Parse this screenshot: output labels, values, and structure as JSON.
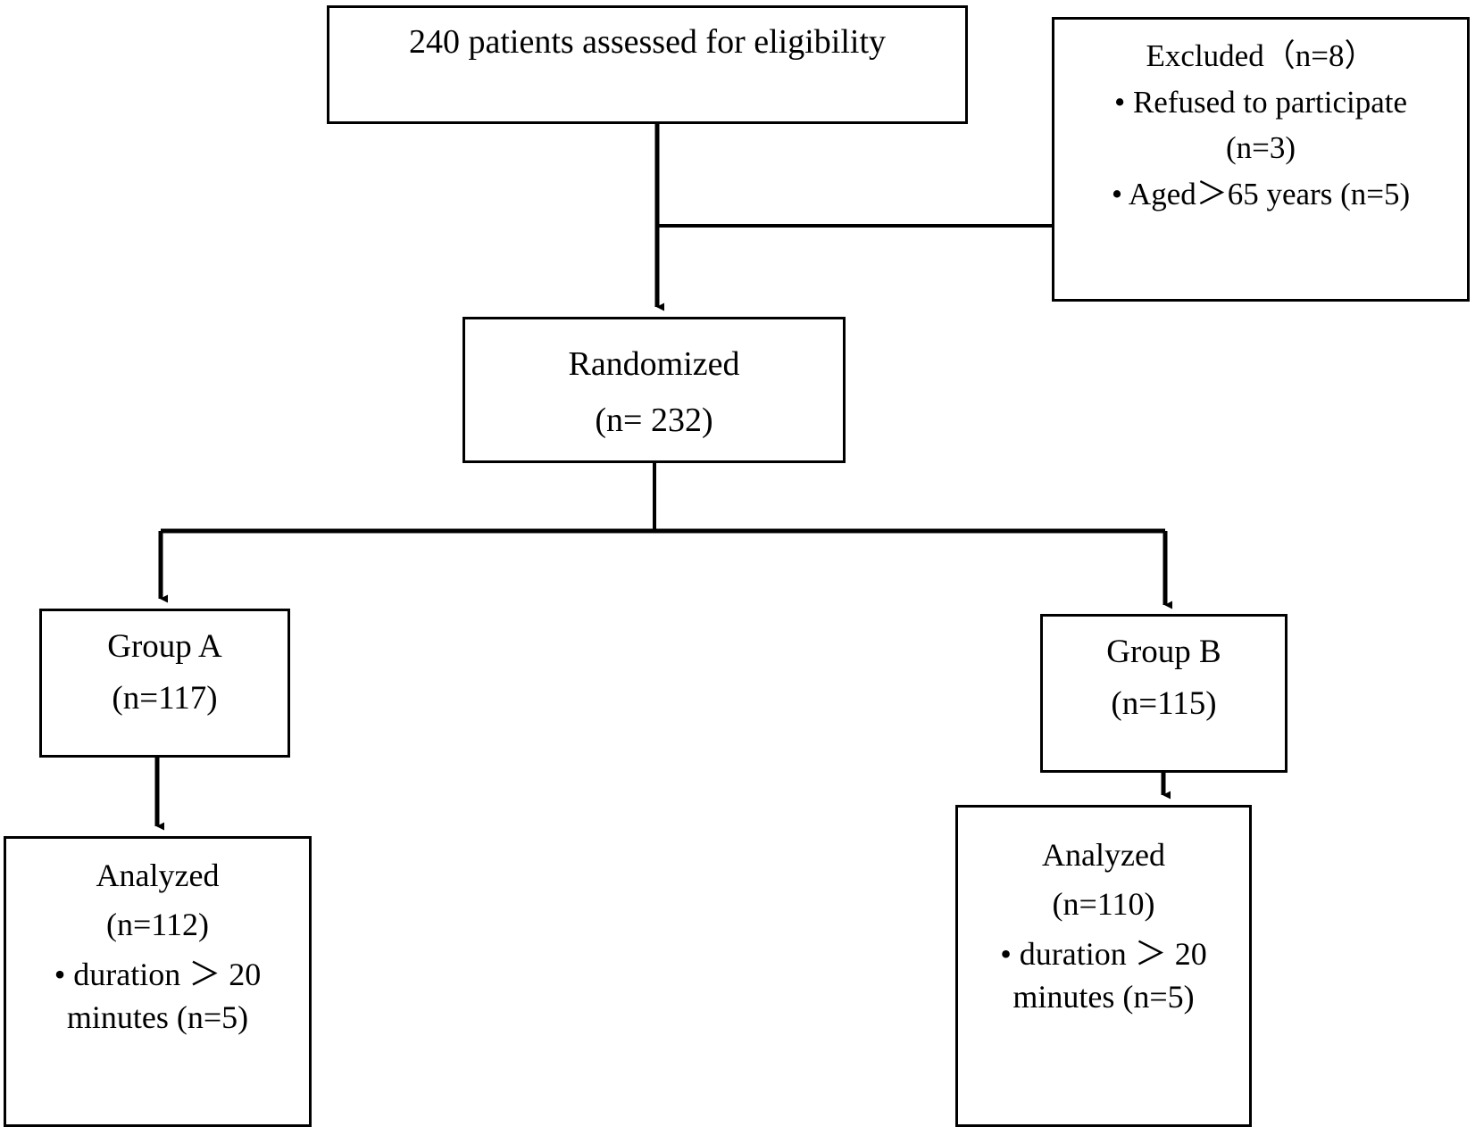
{
  "diagram": {
    "type": "consort-flow-diagram",
    "title": "CONSORT participant flow",
    "line_color": "#000000",
    "box_border_color": "#000000",
    "background_color": "#ffffff",
    "text_color": "#000000"
  },
  "boxes": {
    "eligibility": {
      "id": "eligibility",
      "lines": [
        "240 patients assessed for eligibility"
      ],
      "line1": "240 patients assessed for eligibility",
      "count": 240
    },
    "excluded": {
      "id": "excluded",
      "heading": "Excluded（n=8）",
      "count": 8,
      "bullet1": "• Refused to participate",
      "bullet1_count": "(n=3)",
      "bullet2": "• Aged＞65 years (n=5)",
      "reasons": [
        {
          "label": "Refused to participate",
          "n": 3
        },
        {
          "label": "Aged ＞65 years",
          "n": 5
        }
      ]
    },
    "randomized": {
      "id": "randomized",
      "line1": "Randomized",
      "line2": "(n= 232)",
      "count": 232
    },
    "group_a": {
      "id": "group-a",
      "line1": "Group A",
      "line2": "(n=117)",
      "count": 117
    },
    "group_b": {
      "id": "group-b",
      "line1": "Group B",
      "line2": "(n=115)",
      "count": 115
    },
    "analyzed_a": {
      "id": "analyzed-a",
      "line1": "Analyzed",
      "line2": "(n=112)",
      "bullet1": "• duration ＞ 20 minutes (n=5)",
      "count": 112,
      "excluded_from_analysis": {
        "label": "duration ＞ 20 minutes",
        "n": 5
      }
    },
    "analyzed_b": {
      "id": "analyzed-b",
      "line1": "Analyzed",
      "line2": "(n=110)",
      "bullet1": "• duration ＞ 20 minutes (n=5)",
      "count": 110,
      "excluded_from_analysis": {
        "label": "duration ＞ 20 minutes",
        "n": 5
      }
    }
  },
  "connectors": [
    {
      "name": "eligibility-to-randomized",
      "from": "eligibility",
      "to": "randomized",
      "arrow": true
    },
    {
      "name": "eligibility-to-excluded",
      "from": "eligibility",
      "to": "excluded",
      "arrow": false
    },
    {
      "name": "randomized-to-group-a",
      "from": "randomized",
      "to": "group_a",
      "arrow": true
    },
    {
      "name": "randomized-to-group-b",
      "from": "randomized",
      "to": "group_b",
      "arrow": true
    },
    {
      "name": "group-a-to-analyzed-a",
      "from": "group_a",
      "to": "analyzed_a",
      "arrow": true
    },
    {
      "name": "group-b-to-analyzed-b",
      "from": "group_b",
      "to": "analyzed_b",
      "arrow": true
    }
  ]
}
